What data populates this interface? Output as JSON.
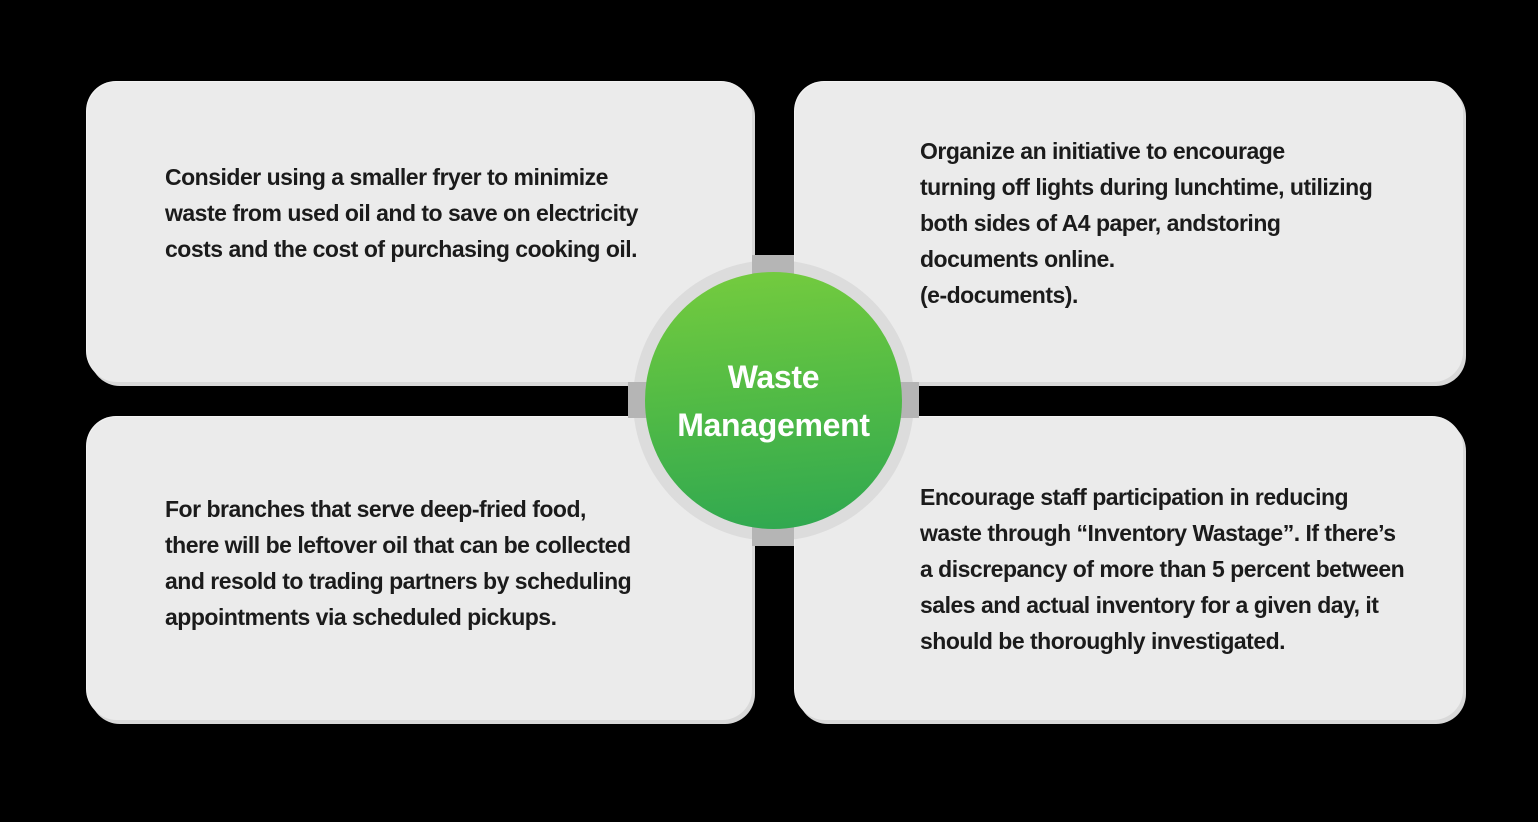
{
  "title": "Waste Management",
  "colors": {
    "background": "#000000",
    "card_background": "#ebebeb",
    "card_shadow": "#d9d9d9",
    "card_text": "#1b1b1b",
    "ring": "#dcdcdc",
    "connector": "#b5b5b5",
    "circle_gradient_top": "#76cc3e",
    "circle_gradient_bottom": "#2ea751",
    "circle_text": "#ffffff"
  },
  "center": {
    "title": "Waste\nManagement"
  },
  "cards": [
    {
      "position": "top-left",
      "text": "Consider using a smaller fryer to minimize\nwaste from used oil and to save on electricity\ncosts and the cost of purchasing cooking oil."
    },
    {
      "position": "top-right",
      "text": "Organize an initiative to encourage\nturning off lights during lunchtime, utilizing\nboth sides of A4 paper, andstoring\ndocuments online.\n(e-documents)."
    },
    {
      "position": "bottom-left",
      "text": "For branches that serve deep-fried food,\nthere will be leftover oil that can be collected\nand resold to trading partners by scheduling\nappointments via scheduled pickups."
    },
    {
      "position": "bottom-right",
      "text": "Encourage staff participation in reducing\nwaste through “Inventory Wastage”. If there’s\na discrepancy of more than 5 percent between\nsales and actual inventory for a given day, it\nshould be thoroughly investigated."
    }
  ]
}
